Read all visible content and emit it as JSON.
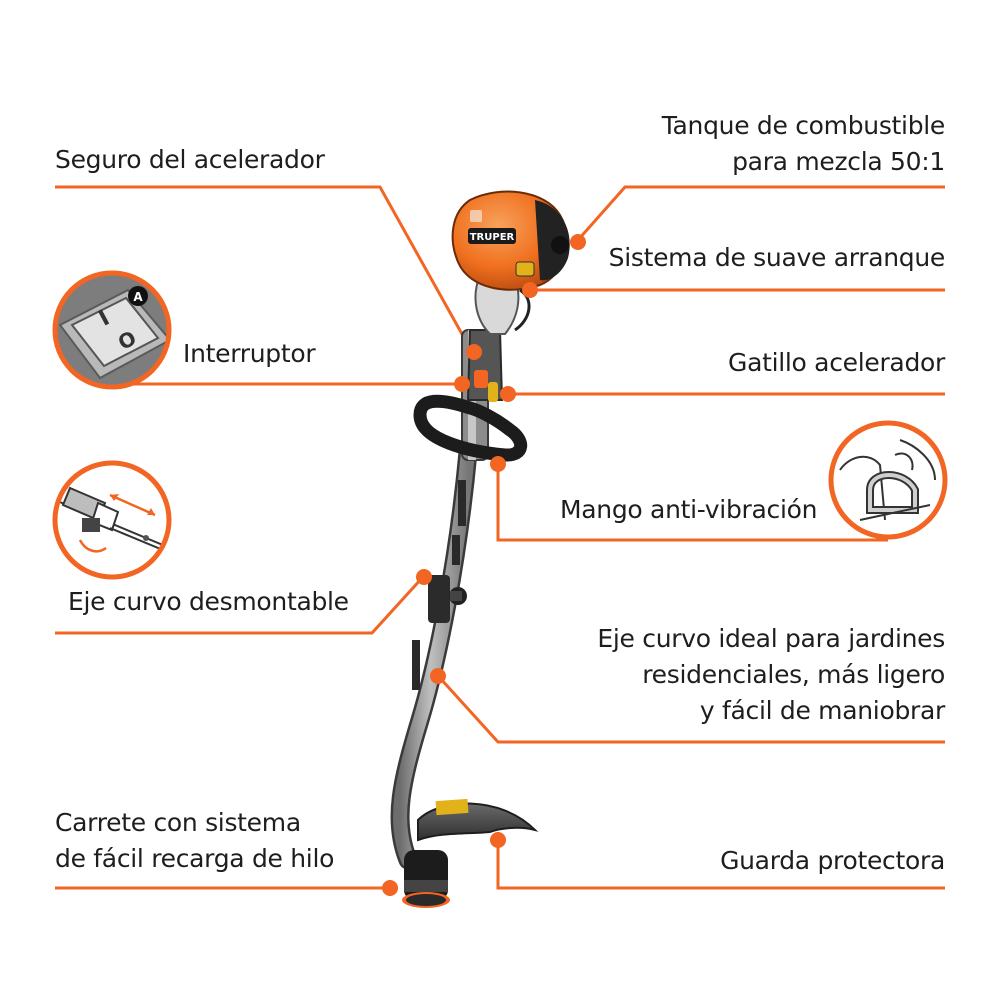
{
  "brand": {
    "name": "TRUPER",
    "accent": "#f26522"
  },
  "badge": {
    "letter": "A"
  },
  "switch": {
    "on_mark": "I",
    "off_mark": "O"
  },
  "labels": {
    "tanque": [
      "Tanque de combustible",
      "para mezcla 50:1"
    ],
    "seguro": "Seguro del acelerador",
    "arranque": "Sistema de suave arranque",
    "interruptor": "Interruptor",
    "gatillo": "Gatillo acelerador",
    "mango": "Mango anti-vibración",
    "eje_desmontable": "Eje curvo desmontable",
    "eje_ideal": [
      "Eje curvo ideal para jardines",
      "residenciales, más ligero",
      "y fácil de maniobrar"
    ],
    "carrete": [
      "Carrete con sistema",
      "de fácil recarga de hilo"
    ],
    "guarda": "Guarda protectora"
  }
}
